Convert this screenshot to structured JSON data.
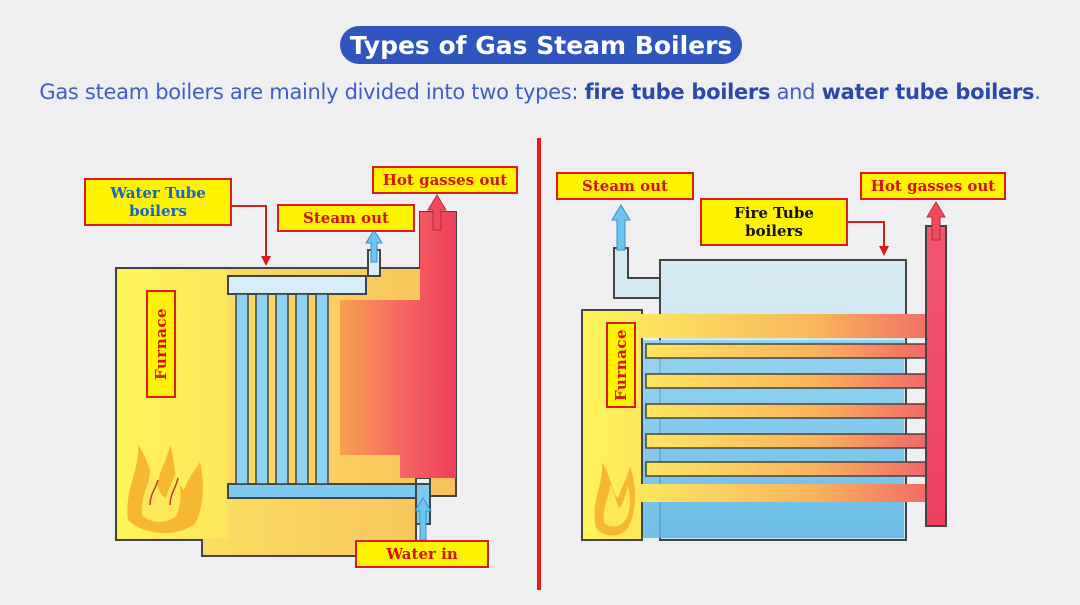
{
  "header": {
    "title": "Types of Gas Steam Boilers",
    "subtitle_intro": "Gas steam boilers are mainly divided into two types: ",
    "subtitle_type1": "fire tube boilers",
    "subtitle_and": " and ",
    "subtitle_type2": "water tube boilers",
    "subtitle_end": "."
  },
  "water_tube_diagram": {
    "name_line1": "Water Tube",
    "name_line2": "boilers",
    "furnace": "Furnace",
    "steam_out": "Steam out",
    "hot_gasses_out": "Hot gasses out",
    "water_in": "Water in"
  },
  "fire_tube_diagram": {
    "name_line1": "Fire Tube",
    "name_line2": "boilers",
    "furnace": "Furnace",
    "steam_out": "Steam out",
    "hot_gasses_out": "Hot gasses out"
  },
  "colors": {
    "title_bg": "#2f56bf",
    "label_bg": "#fdf200",
    "label_border": "#d91d1d",
    "divider": "#e41b1b"
  }
}
